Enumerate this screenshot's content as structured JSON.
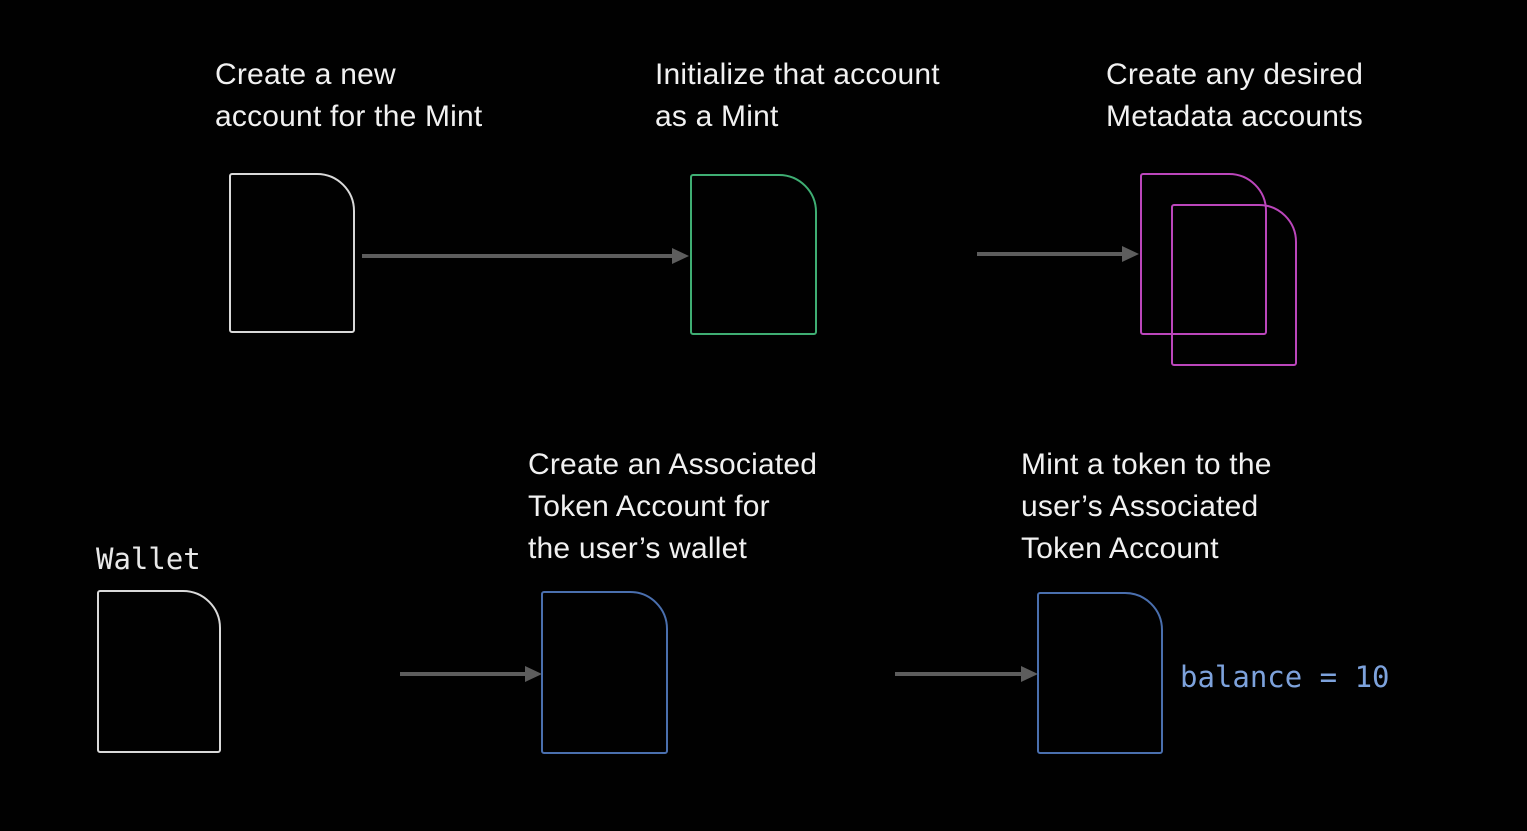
{
  "scene": {
    "background": "#010101",
    "description": "Token mint creation flow diagram, two rows of document-shaped account nodes connected by arrows"
  },
  "colors": {
    "label_text": "#f1f1f1",
    "arrow": "#5d5d5d",
    "new_account_border": "#d9d9d9",
    "mint_account_border": "#3fae73",
    "metadata_account_border": "#bb46bb",
    "token_account_border": "#4a6fae",
    "wallet_border": "#d9d9d9",
    "wallet_text": "#e8e8e8",
    "balance_text": "#7da2dc"
  },
  "top_row": {
    "step1_label": "Create a new\naccount for the Mint",
    "step2_label": "Initialize that account\nas a Mint",
    "step3_label": "Create any desired\nMetadata accounts"
  },
  "bottom_row": {
    "wallet_label": "Wallet",
    "step4_label": "Create an Associated\nToken Account for\nthe user’s wallet",
    "step5_label": "Mint a token to the\nuser’s Associated\nToken Account",
    "balance_label": "balance = 10"
  }
}
